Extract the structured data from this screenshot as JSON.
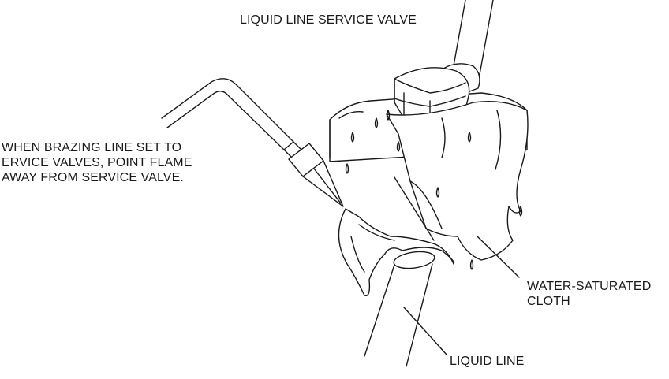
{
  "labels": {
    "service_valve": "LIQUID LINE SERVICE VALVE",
    "warning_lines": [
      "WHEN BRAZING LINE SET TO",
      "ERVICE VALVES, POINT FLAME",
      "AWAY FROM SERVICE VALVE."
    ],
    "cloth_lines": [
      "WATER-SATURATED",
      "CLOTH"
    ],
    "liquid_line": "LIQUID LINE"
  },
  "colors": {
    "ink": "#1a1a1a",
    "background": "#ffffff"
  }
}
